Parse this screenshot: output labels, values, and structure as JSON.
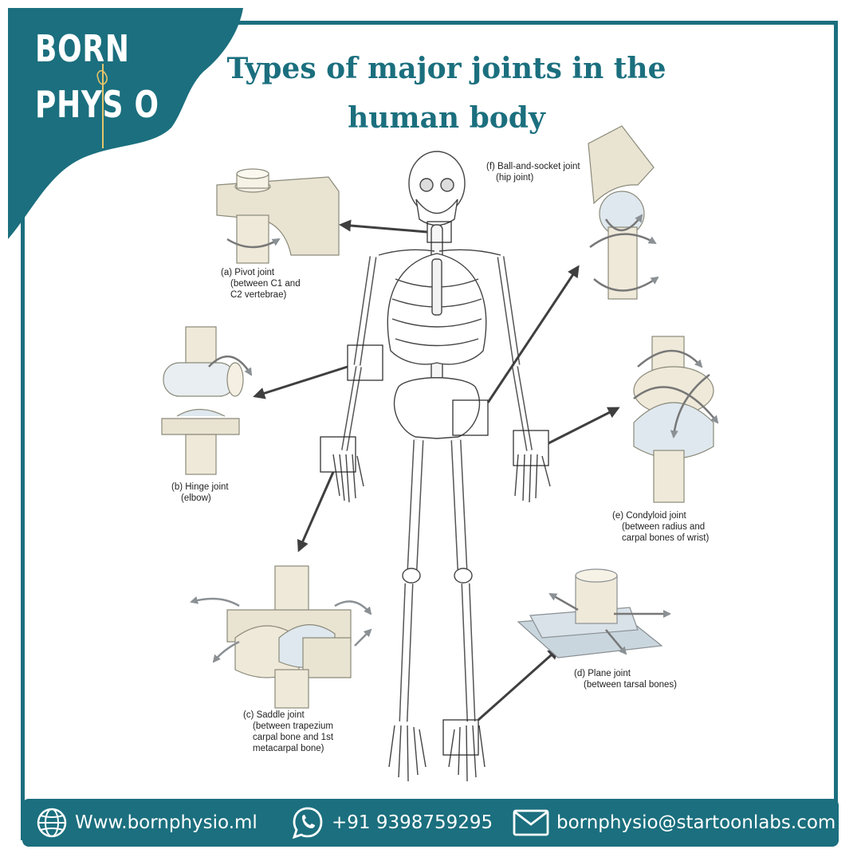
{
  "brand": {
    "logo_line1": "BORN",
    "logo_line2": "PHYS O",
    "color_primary": "#1b6f7e"
  },
  "title": {
    "line1": "Types of major joints in the",
    "line2": "human body"
  },
  "joints": {
    "pivot": {
      "title": "(a) Pivot joint",
      "detail1": "(between C1 and",
      "detail2": "C2 vertebrae)"
    },
    "hinge": {
      "title": "(b) Hinge joint",
      "detail1": "(elbow)"
    },
    "saddle": {
      "title": "(c) Saddle joint",
      "detail1": "(between trapezium",
      "detail2": "carpal bone and 1st",
      "detail3": "metacarpal bone)"
    },
    "plane": {
      "title": "(d) Plane joint",
      "detail1": "(between tarsal bones)"
    },
    "condyloid": {
      "title": "(e) Condyloid joint",
      "detail1": "(between radius and",
      "detail2": "carpal bones of wrist)"
    },
    "ball_socket": {
      "title": "(f) Ball-and-socket joint",
      "detail1": "(hip joint)"
    }
  },
  "footer": {
    "website": "Www.bornphysio.ml",
    "phone": "+91 9398759295",
    "email": "bornphysio@startoonlabs.com",
    "icons": [
      "globe-icon",
      "whatsapp-icon",
      "mail-icon"
    ]
  }
}
